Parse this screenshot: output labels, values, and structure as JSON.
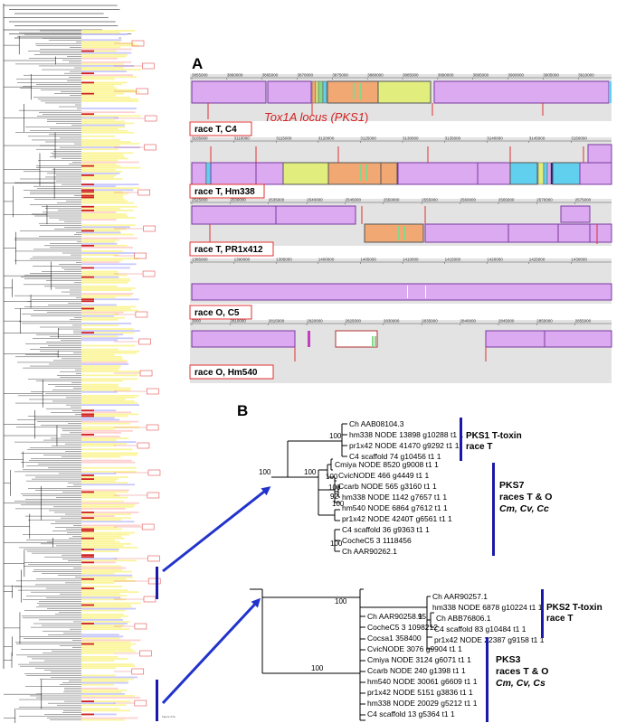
{
  "panel_labels": {
    "a": "A",
    "b": "B"
  },
  "figure_note": "Figure S7a",
  "locus_label_1": "Tox1A locus (",
  "locus_label_gene": "PKS1",
  "locus_label_2": ")",
  "tracks": [
    {
      "label": "race T, C4",
      "ticks": [
        "3855000",
        "3860000",
        "3865000",
        "3870000",
        "3875000",
        "3880000",
        "3885000",
        "3890000",
        "3895000",
        "3900000",
        "3905000",
        "3910000"
      ]
    },
    {
      "label": "race T, Hm338",
      "ticks": [
        "3105000",
        "3110000",
        "3115000",
        "3120000",
        "3125000",
        "3130000",
        "3135000",
        "3140000",
        "3145000",
        "3150000"
      ]
    },
    {
      "label": "race T, PR1x412",
      "ticks": [
        "2525000",
        "2530000",
        "2535000",
        "2540000",
        "2545000",
        "2550000",
        "2555000",
        "2560000",
        "2565000",
        "2570000",
        "2575000"
      ]
    },
    {
      "label": "race O, C5",
      "ticks": [
        "1385000",
        "1390000",
        "1395000",
        "1400000",
        "1405000",
        "1410000",
        "1415000",
        "1420000",
        "1425000",
        "1430000"
      ]
    },
    {
      "label": "race O, Hm540",
      "ticks": [
        "3000",
        "2810000",
        "2815000",
        "2820000",
        "2825000",
        "2830000",
        "2835000",
        "2840000",
        "2845000",
        "2850000",
        "2855000"
      ]
    }
  ],
  "tree_b": {
    "taxa_group1": [
      "Ch AAB08104.3",
      "hm338 NODE 13898 g10288 t1 1",
      "pr1x42 NODE 41470 g9292 t1 1",
      "C4 scaffold 74 g10456 t1 1"
    ],
    "taxa_group2": [
      "Cmiya NODE 8520 g9008 t1 1",
      "CvicNODE 466 g4449 t1 1",
      "Ccarb NODE 565 g3160 t1 1",
      "hm338 NODE 1142 g7657 t1 1",
      "hm540 NODE 6864 g7612 t1 1",
      "pr1x42 NODE 4240T g6561 t1 1",
      "C4 scaffold 36 g9363 t1 1",
      "CocheC5 3 1118456",
      "Ch AAR90262.1"
    ],
    "taxa_group3": [
      "Ch AAR90257.1",
      "hm338 NODE 6878 g10224 t1 1",
      "Ch ABB76806.1",
      "C4 scaffold 83 g10484 t1 1",
      "pr1x42 NODE 22387 g9158 t1 1"
    ],
    "taxa_group4": [
      "Ch AAR90258.1",
      "CocheC5 3 1098212",
      "Cocsa1 358400",
      "CvicNODE 3076 g9904 t1 1",
      "Cmiya NODE 3124 g6071 t1 1",
      "Ccarb NODE 240 g1398 t1 1",
      "hm540 NODE 30061 g6609 t1 1",
      "pr1x42 NODE 5151 g3836 t1 1",
      "hm338 NODE 20029 g5212 t1 1",
      "C4 scaffold 13 g5364 t1 1"
    ],
    "bootstrap": {
      "b1": "100",
      "b2": "100",
      "b3": "100",
      "b4": "100",
      "b5": "100",
      "b6": "92",
      "b7": "100",
      "b8": "100",
      "b9": "100",
      "b10": "100",
      "b11": "95"
    },
    "clade_pks1": {
      "line1": "PKS1 T-toxin",
      "line2": "race T"
    },
    "clade_pks7": {
      "line1": "PKS7",
      "line2": "races T & O",
      "line3": "Cm, Cv, Cc"
    },
    "clade_pks2": {
      "line1": "PKS2 T-toxin",
      "line2": "race T"
    },
    "clade_pks3": {
      "line1": "PKS3",
      "line2": "races T & O",
      "line3": "Cm, Cv, Cs"
    }
  },
  "colors": {
    "clade_bar": "#1a1aa8",
    "arrow": "#2233cc",
    "label_box": "#e03030",
    "locus_text": "#d42020",
    "track_bg": "#e3e3e3",
    "block_purple": "#dcaaf0",
    "block_orange": "#f1a873",
    "block_yellow": "#e1ee7e",
    "block_cyan": "#61d0ef",
    "block_green": "#86d68c",
    "highlight_yellow": "#fbf59b"
  }
}
